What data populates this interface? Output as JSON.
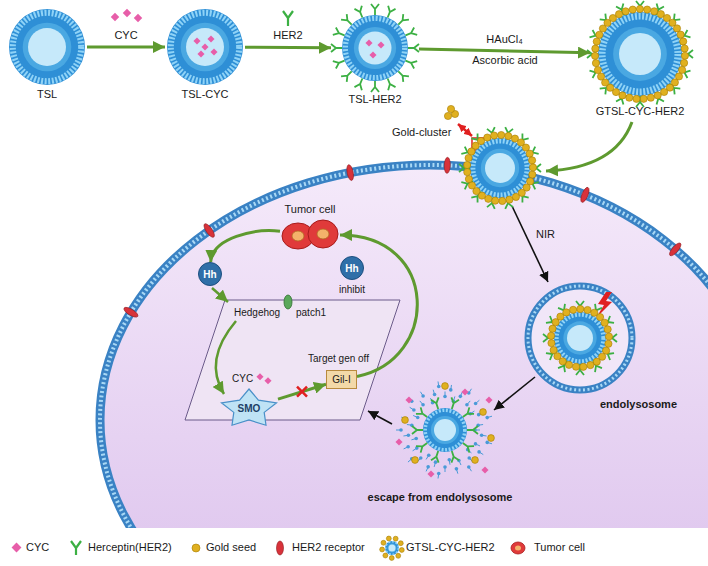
{
  "diagram": {
    "nodes": [
      {
        "text": [
          "TSL"
        ]
      },
      {
        "text": [
          "TSL-CYC"
        ]
      },
      {
        "text": [
          "TSL-HER2"
        ]
      },
      {
        "text": [
          "GTSL-CYC-HER2"
        ]
      },
      {
        "text": [
          "Tumor cell"
        ]
      },
      {
        "text": [
          "Hh"
        ]
      },
      {
        "text": [
          "Hh"
        ]
      },
      {
        "text": [
          "SMO"
        ]
      },
      {
        "text": [
          "Gil-I"
        ]
      }
    ],
    "edges": [
      {
        "from": 0,
        "to": 1,
        "label": "CYC",
        "arrow": "to"
      },
      {
        "from": 1,
        "to": 2,
        "label": "HER2",
        "arrow": "to"
      },
      {
        "from": 2,
        "to": 3,
        "label": "HAuCl₄",
        "arrow": "to"
      },
      {
        "from": 4,
        "to": 5,
        "arrow": "to"
      },
      {
        "from": 7,
        "to": 8,
        "arrow": "to"
      },
      {
        "from": 8,
        "to": 4,
        "arrow": "to"
      }
    ],
    "labels": [
      "Ascorbic acid",
      "Gold-cluster",
      "NIR",
      "endolysosome",
      "escape from endolysosome",
      "Hedgehog",
      "patch1",
      "inhibit",
      "CYC",
      "Target gen off"
    ],
    "legend": [
      {
        "text": "CYC"
      },
      {
        "text": "Herceptin(HER2)"
      },
      {
        "text": "Gold seed"
      },
      {
        "text": "HER2 receptor"
      },
      {
        "text": "GTSL-CYC-HER2"
      },
      {
        "text": "Tumor cell"
      }
    ]
  }
}
